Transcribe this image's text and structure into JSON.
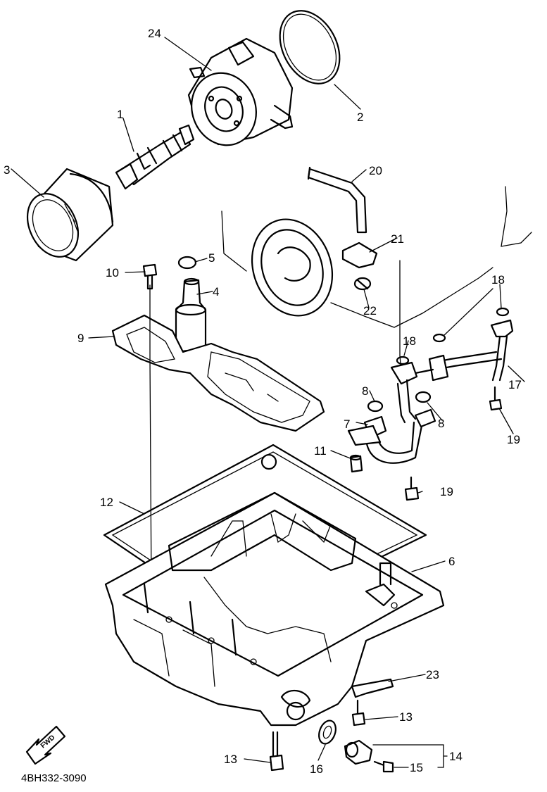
{
  "diagram": {
    "drawing_code": "4BH332-3090",
    "direction_badge": "FWD",
    "callouts": [
      {
        "id": "c1",
        "label": "1"
      },
      {
        "id": "c2",
        "label": "2"
      },
      {
        "id": "c3",
        "label": "3"
      },
      {
        "id": "c4",
        "label": "4"
      },
      {
        "id": "c5",
        "label": "5"
      },
      {
        "id": "c6",
        "label": "6"
      },
      {
        "id": "c7",
        "label": "7"
      },
      {
        "id": "c8a",
        "label": "8"
      },
      {
        "id": "c8b",
        "label": "8"
      },
      {
        "id": "c9",
        "label": "9"
      },
      {
        "id": "c10",
        "label": "10"
      },
      {
        "id": "c11",
        "label": "11"
      },
      {
        "id": "c12",
        "label": "12"
      },
      {
        "id": "c13a",
        "label": "13"
      },
      {
        "id": "c13b",
        "label": "13"
      },
      {
        "id": "c14",
        "label": "14"
      },
      {
        "id": "c15",
        "label": "15"
      },
      {
        "id": "c16",
        "label": "16"
      },
      {
        "id": "c17",
        "label": "17"
      },
      {
        "id": "c18a",
        "label": "18"
      },
      {
        "id": "c18b",
        "label": "18"
      },
      {
        "id": "c19a",
        "label": "19"
      },
      {
        "id": "c19b",
        "label": "19"
      },
      {
        "id": "c20",
        "label": "20"
      },
      {
        "id": "c21",
        "label": "21"
      },
      {
        "id": "c22",
        "label": "22"
      },
      {
        "id": "c23",
        "label": "23"
      },
      {
        "id": "c24",
        "label": "24"
      }
    ]
  }
}
